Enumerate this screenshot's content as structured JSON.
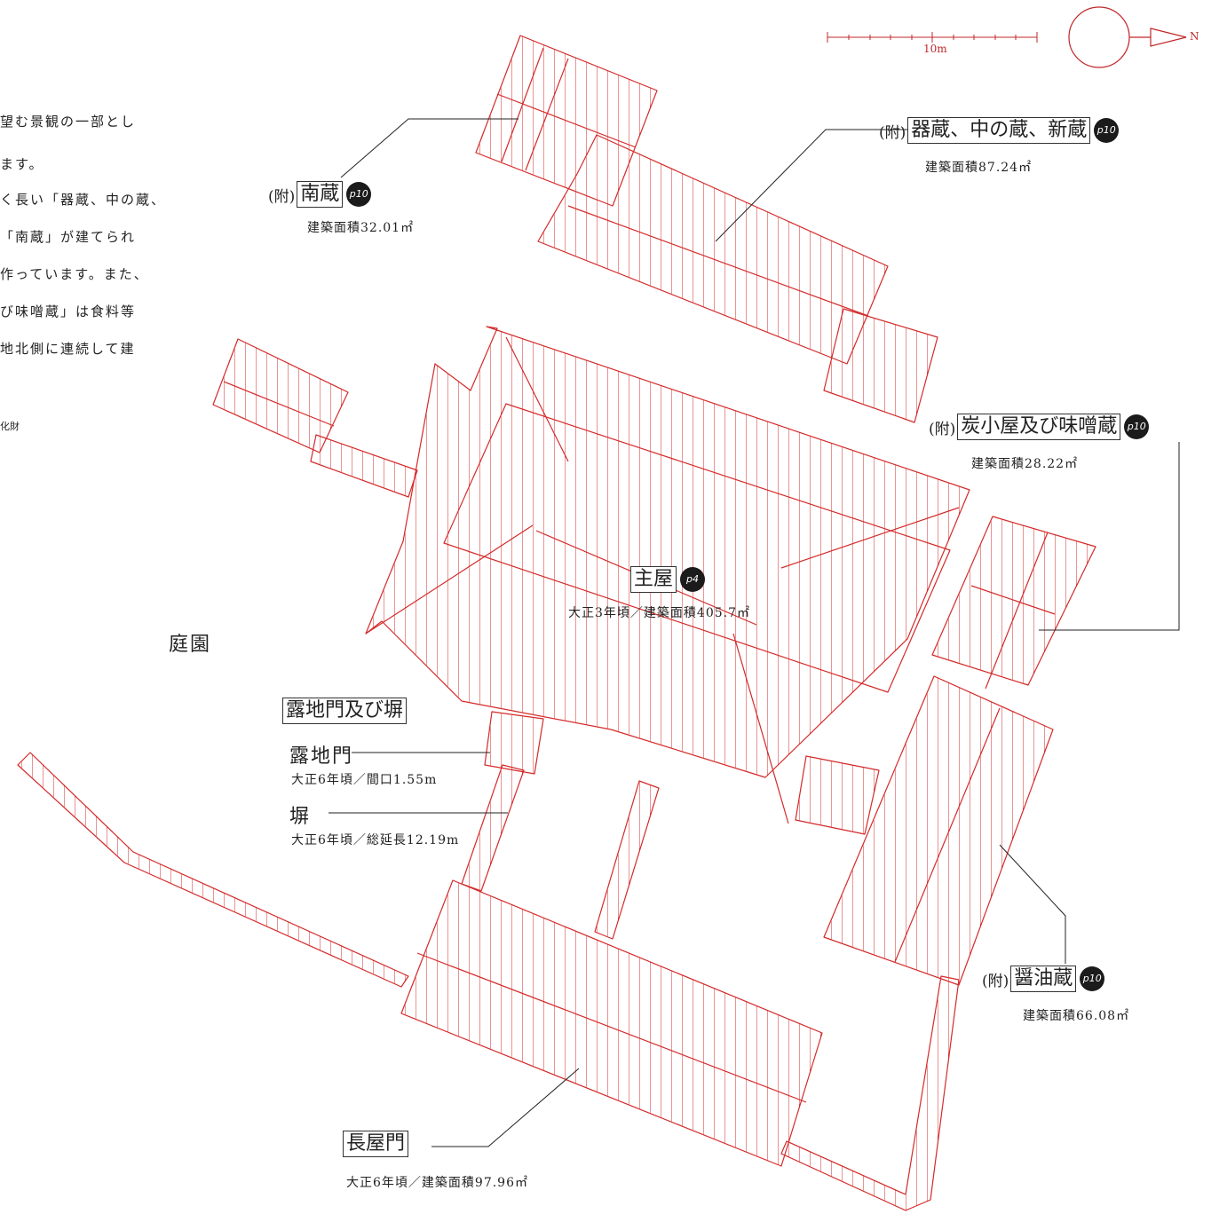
{
  "intro_lines": [
    "望む景観の一部とし",
    "ます。",
    "く長い「器蔵、中の蔵、",
    "「南蔵」が建てられ",
    "作っています。また、",
    "び味噌蔵」は食料等",
    "地北側に連続して建"
  ],
  "intro_footnote": "化財",
  "scale": {
    "label": "10m",
    "north": "N"
  },
  "garden_label": "庭園",
  "fu_prefix": "(附)",
  "buildings": {
    "nangura": {
      "name": "南蔵",
      "page": "p10",
      "area": "建築面積32.01㎡"
    },
    "utsuwa": {
      "name": "器蔵、中の蔵、新蔵",
      "page": "p10",
      "area": "建築面積87.24㎡"
    },
    "sumigoya": {
      "name": "炭小屋及び味噌蔵",
      "page": "p10",
      "area": "建築面積28.22㎡"
    },
    "omoya": {
      "name": "主屋",
      "page": "p4",
      "area": "大正3年頃／建築面積405.7㎡"
    },
    "roji_group": {
      "name": "露地門及び塀"
    },
    "rojimon": {
      "name": "露地門",
      "area": "大正6年頃／間口1.55m"
    },
    "hei": {
      "name": "塀",
      "area": "大正6年頃／総延長12.19m"
    },
    "shoyugura": {
      "name": "醤油蔵",
      "page": "p10",
      "area": "建築面積66.08㎡"
    },
    "nagayamon": {
      "name": "長屋門",
      "area": "大正6年頃／建築面積97.96㎡"
    }
  },
  "colors": {
    "plan_line": "#d42a2a",
    "leader": "#222222",
    "badge": "#1b1b1b"
  }
}
